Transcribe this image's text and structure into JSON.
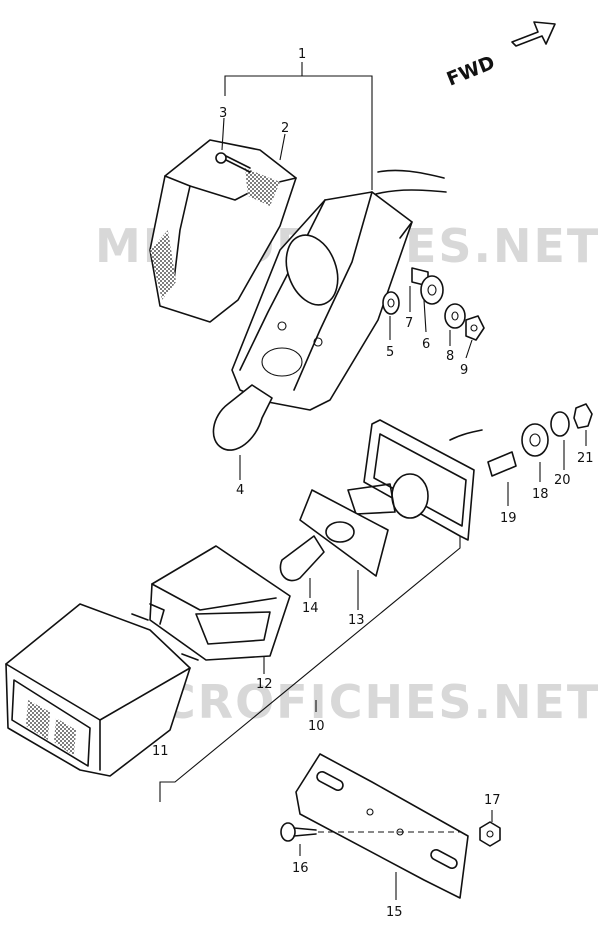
{
  "direction_label": "FWD",
  "watermark": "MICROFICHES.NET",
  "callouts": [
    "1",
    "2",
    "3",
    "4",
    "5",
    "6",
    "7",
    "8",
    "9",
    "10",
    "11",
    "12",
    "13",
    "14",
    "15",
    "16",
    "17",
    "18",
    "19",
    "20",
    "21"
  ]
}
